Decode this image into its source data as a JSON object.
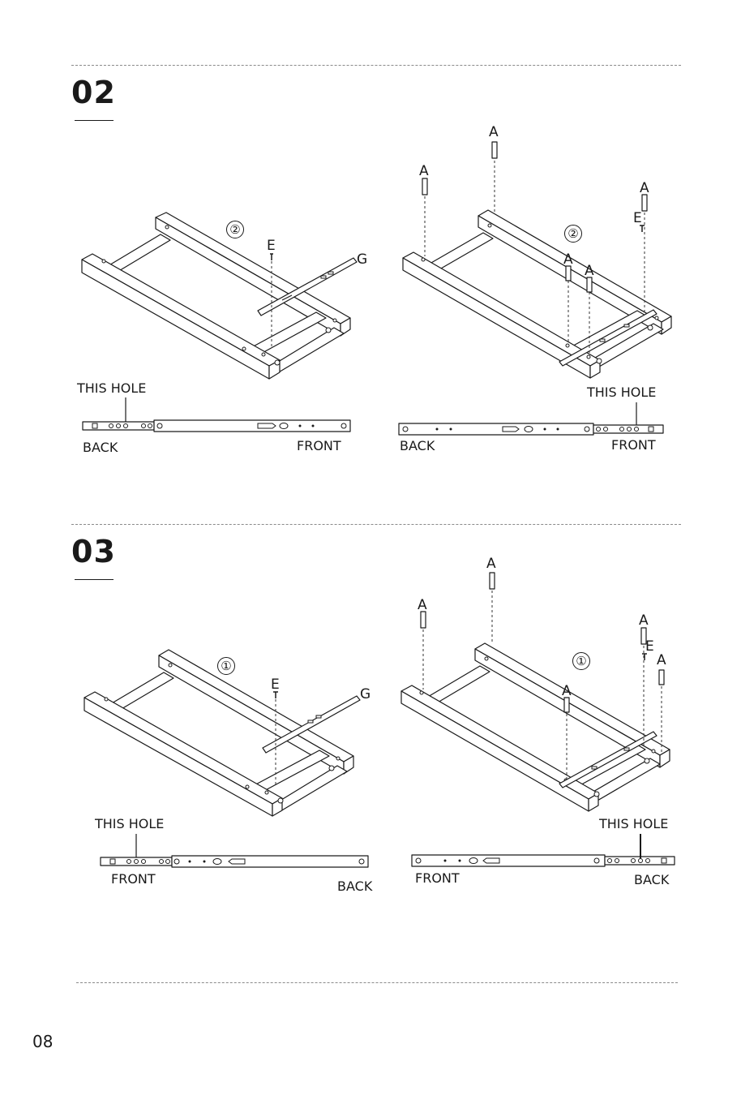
{
  "page_number": "08",
  "steps": [
    {
      "number": "02",
      "left": {
        "circle": "②",
        "parts": {
          "e": "E",
          "g": "G"
        },
        "this_hole": "THIS HOLE",
        "back": "BACK",
        "front": "FRONT"
      },
      "right": {
        "circle": "②",
        "parts": {
          "a1": "A",
          "a2": "A",
          "a3": "A",
          "a4": "A",
          "a5": "A",
          "e": "E"
        },
        "this_hole": "THIS HOLE",
        "back": "BACK",
        "front": "FRONT"
      }
    },
    {
      "number": "03",
      "left": {
        "circle": "①",
        "parts": {
          "e": "E",
          "g": "G"
        },
        "this_hole": "THIS HOLE",
        "front": "FRONT",
        "back": "BACK"
      },
      "right": {
        "circle": "①",
        "parts": {
          "a1": "A",
          "a2": "A",
          "a3": "A",
          "a4": "A",
          "a5": "A",
          "e": "E"
        },
        "this_hole": "THIS HOLE",
        "front": "FRONT",
        "back": "BACK"
      }
    }
  ]
}
